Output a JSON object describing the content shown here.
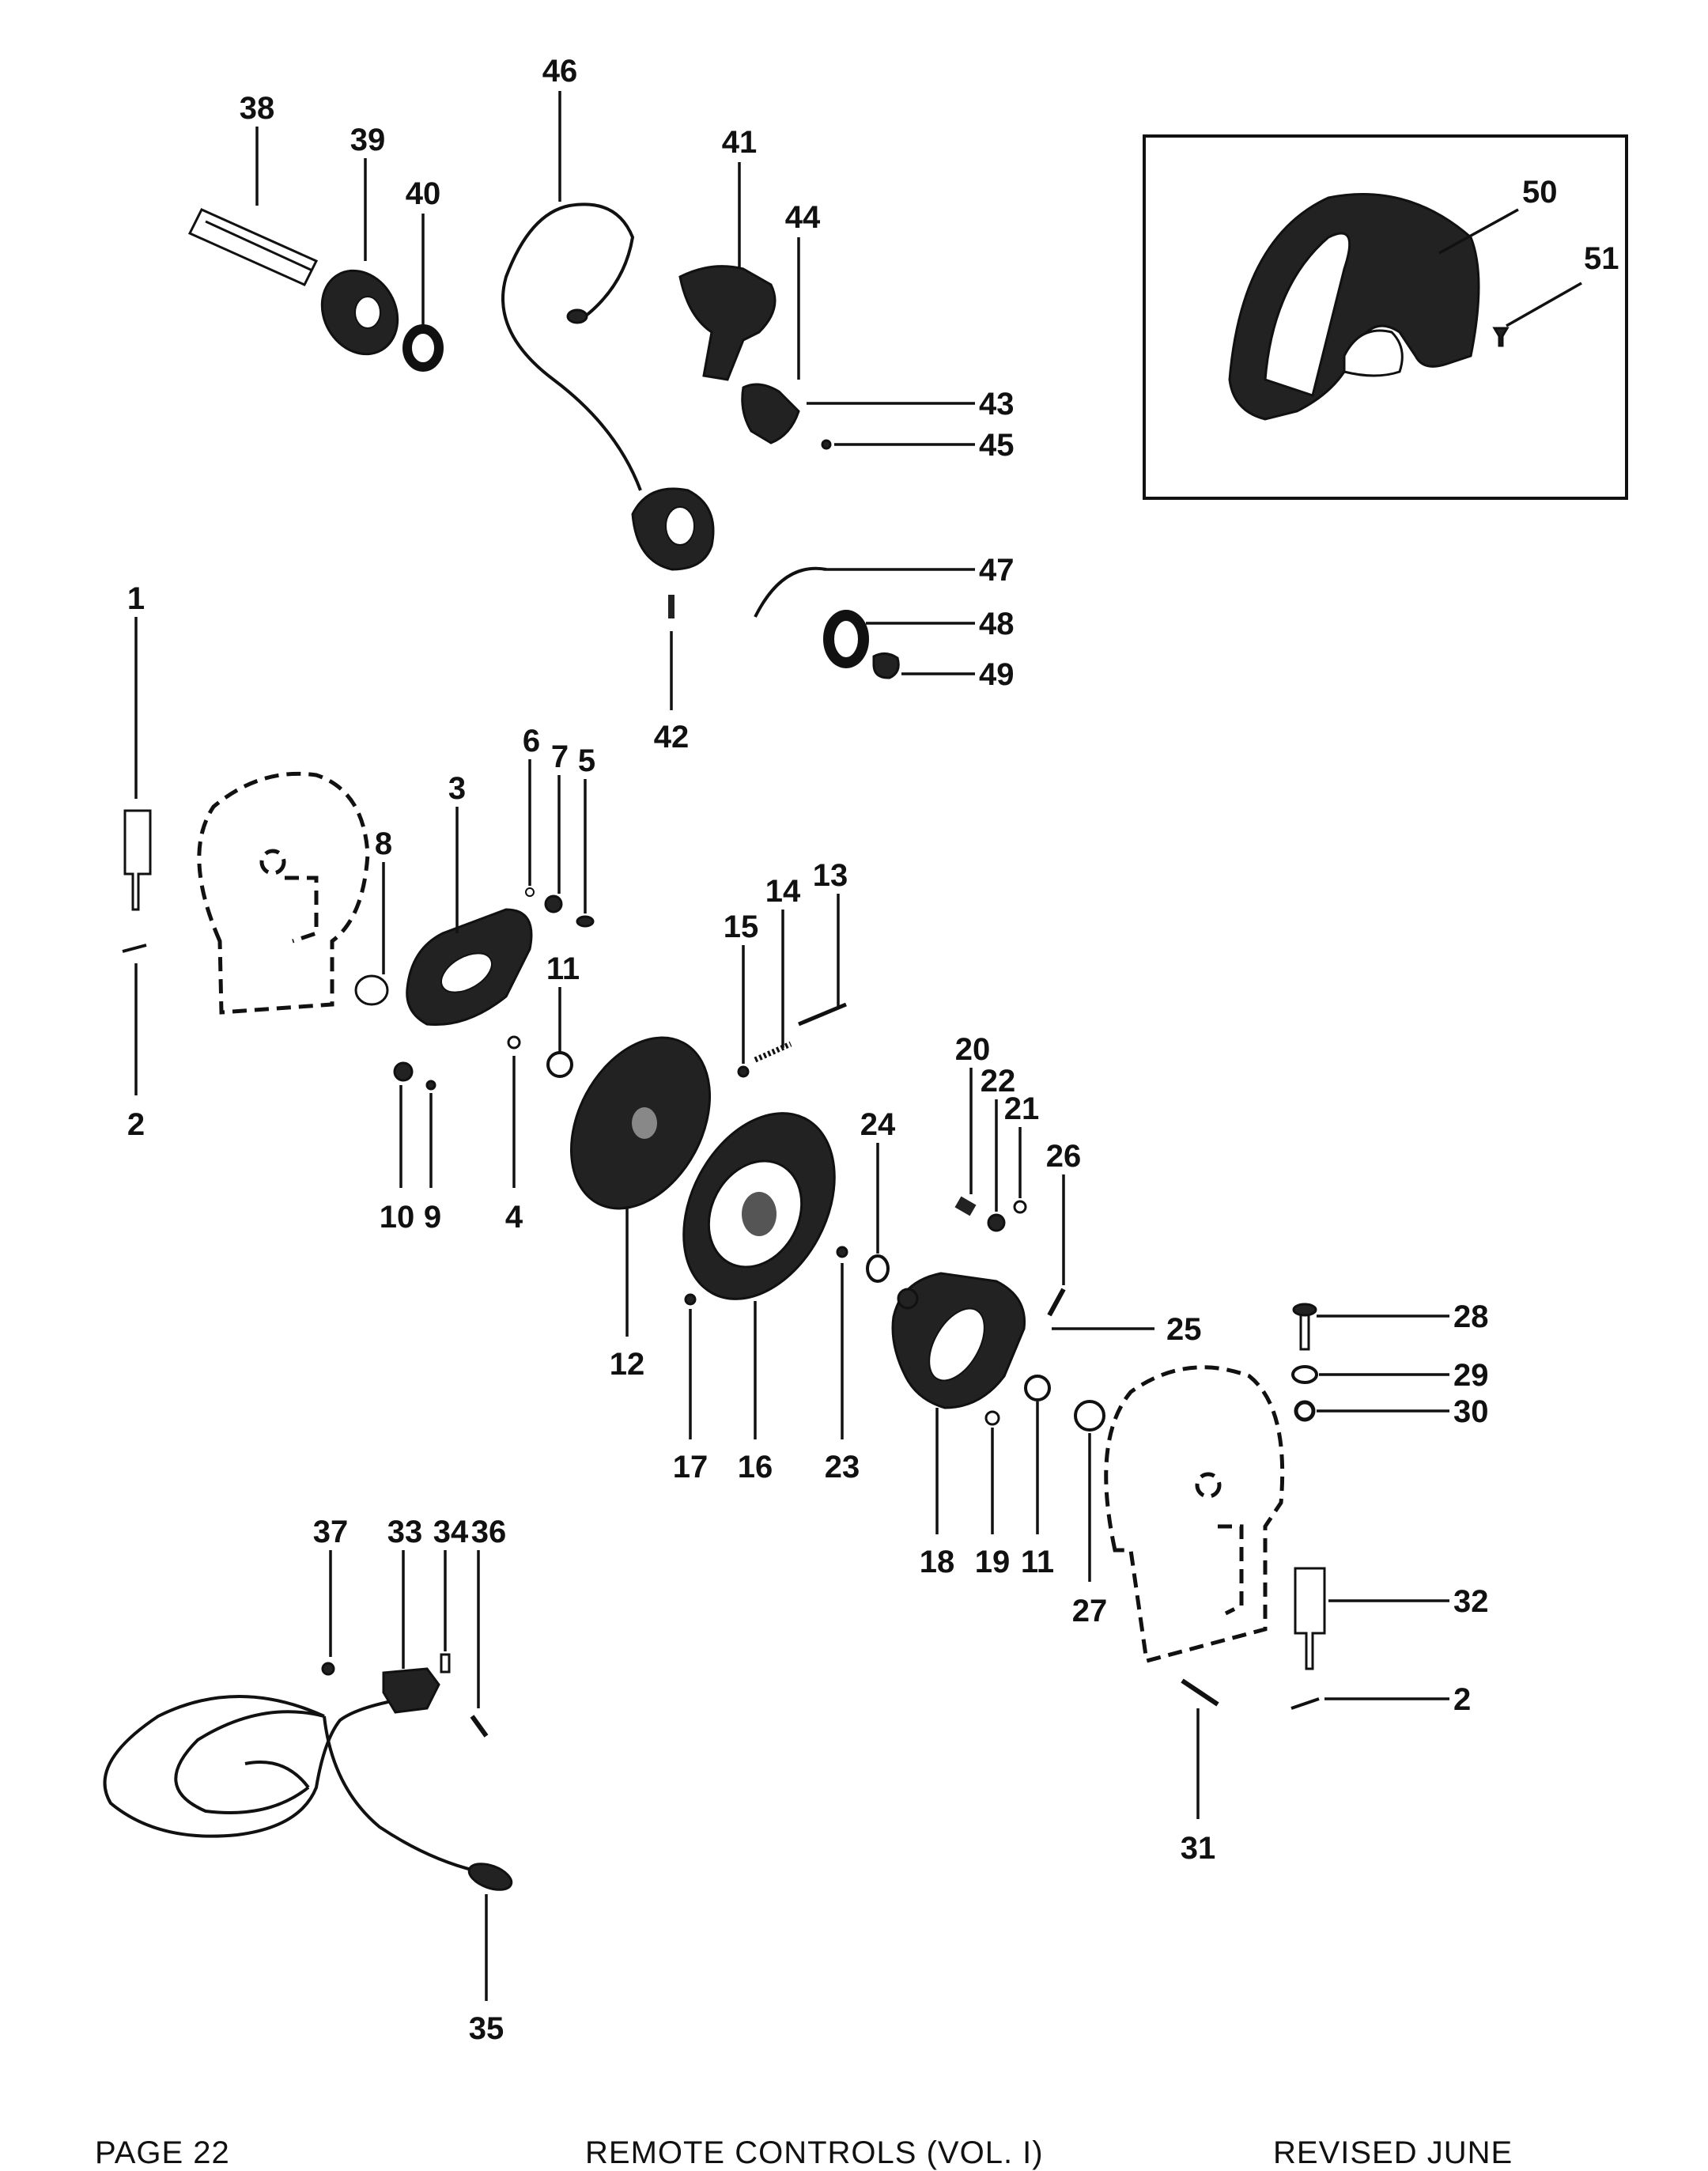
{
  "callouts": [
    "1",
    "2",
    "3",
    "4",
    "5",
    "6",
    "7",
    "8",
    "9",
    "10",
    "11",
    "12",
    "13",
    "14",
    "15",
    "16",
    "17",
    "18",
    "19",
    "20",
    "21",
    "22",
    "23",
    "24",
    "25",
    "26",
    "27",
    "28",
    "29",
    "30",
    "31",
    "32",
    "33",
    "34",
    "35",
    "36",
    "37",
    "38",
    "39",
    "40",
    "41",
    "42",
    "43",
    "44",
    "45",
    "46",
    "47",
    "48",
    "49",
    "50",
    "51"
  ],
  "footer": {
    "page": "PAGE 22",
    "title": "REMOTE CONTROLS (VOL. I)",
    "revised": "REVISED JUNE"
  }
}
